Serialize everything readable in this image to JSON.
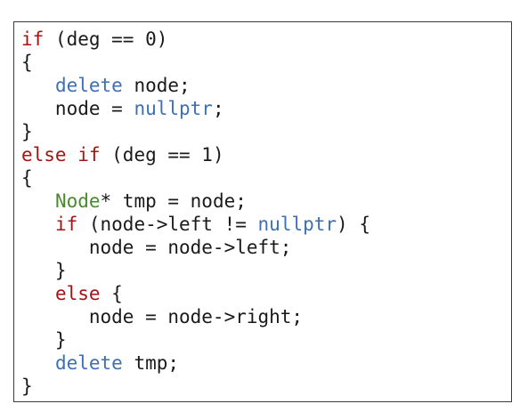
{
  "code": {
    "lines": [
      [
        {
          "t": "if",
          "c": "kw"
        },
        {
          "t": " (deg == 0)",
          "c": "pl"
        }
      ],
      [
        {
          "t": "{",
          "c": "pl"
        }
      ],
      [
        {
          "t": "   ",
          "c": "pl"
        },
        {
          "t": "delete",
          "c": "fn"
        },
        {
          "t": " node;",
          "c": "pl"
        }
      ],
      [
        {
          "t": "   node = ",
          "c": "pl"
        },
        {
          "t": "nullptr",
          "c": "fn"
        },
        {
          "t": ";",
          "c": "pl"
        }
      ],
      [
        {
          "t": "}",
          "c": "pl"
        }
      ],
      [
        {
          "t": "else if",
          "c": "kw"
        },
        {
          "t": " (deg == 1)",
          "c": "pl"
        }
      ],
      [
        {
          "t": "{",
          "c": "pl"
        }
      ],
      [
        {
          "t": "   ",
          "c": "pl"
        },
        {
          "t": "Node",
          "c": "ty"
        },
        {
          "t": "* tmp = node;",
          "c": "pl"
        }
      ],
      [
        {
          "t": "   ",
          "c": "pl"
        },
        {
          "t": "if",
          "c": "kw"
        },
        {
          "t": " (node->left != ",
          "c": "pl"
        },
        {
          "t": "nullptr",
          "c": "fn"
        },
        {
          "t": ") {",
          "c": "pl"
        }
      ],
      [
        {
          "t": "      node = node->left;",
          "c": "pl"
        }
      ],
      [
        {
          "t": "   }",
          "c": "pl"
        }
      ],
      [
        {
          "t": "   ",
          "c": "pl"
        },
        {
          "t": "else",
          "c": "kw"
        },
        {
          "t": " {",
          "c": "pl"
        }
      ],
      [
        {
          "t": "      node = node->right;",
          "c": "pl"
        }
      ],
      [
        {
          "t": "   }",
          "c": "pl"
        }
      ],
      [
        {
          "t": "   ",
          "c": "pl"
        },
        {
          "t": "delete",
          "c": "fn"
        },
        {
          "t": " tmp;",
          "c": "pl"
        }
      ],
      [
        {
          "t": "}",
          "c": "pl"
        }
      ]
    ]
  },
  "colors": {
    "keyword": "#a31515",
    "builtin": "#3c6fb4",
    "type": "#4a8a2e",
    "text": "#1a1a1a",
    "border": "#3a3a3a"
  }
}
